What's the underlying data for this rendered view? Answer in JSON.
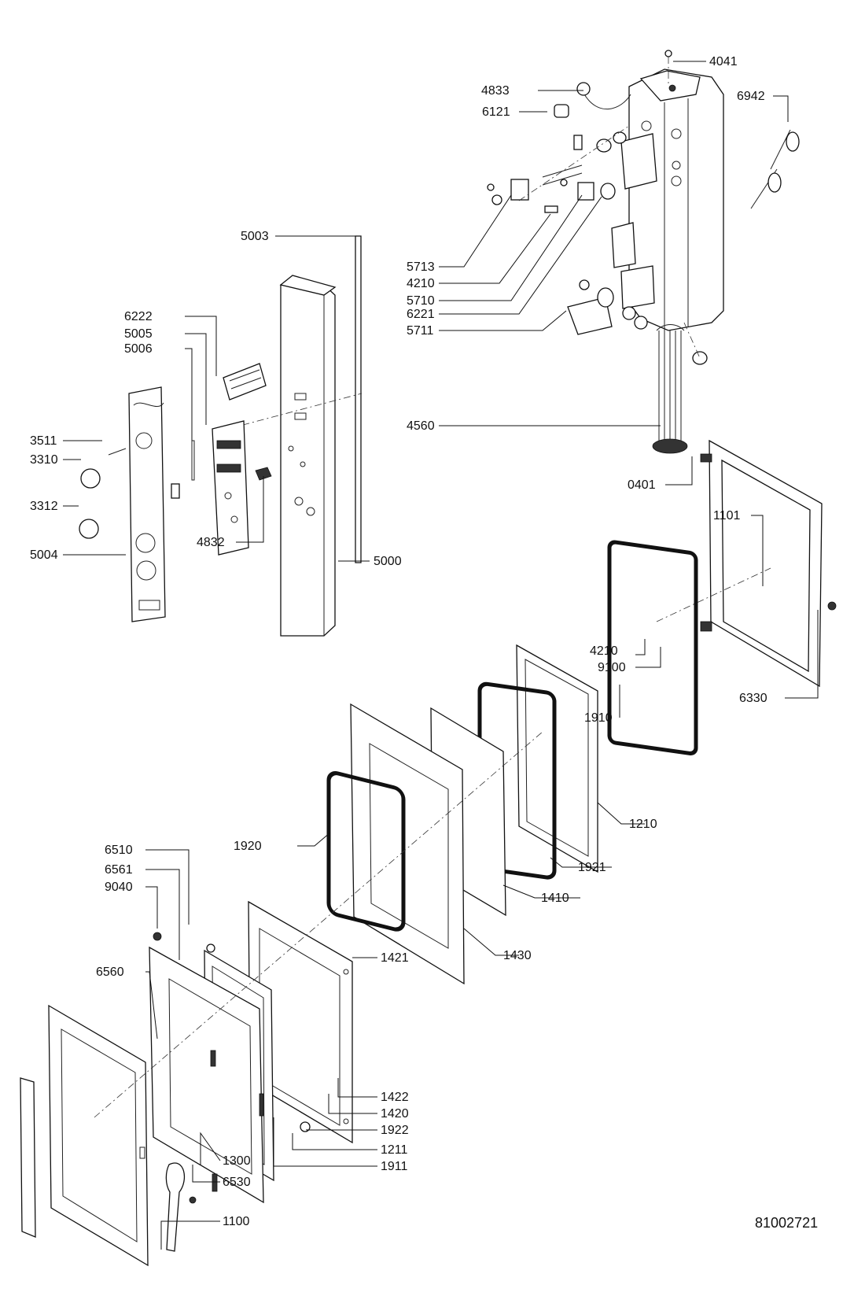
{
  "drawing": {
    "doc_number": "81002721",
    "labels": [
      "4041",
      "4833",
      "6942",
      "6121",
      "5003",
      "5713",
      "4210",
      "5710",
      "6221",
      "5711",
      "6222",
      "5005",
      "5006",
      "3511",
      "3310",
      "3312",
      "5004",
      "4832",
      "5000",
      "4560",
      "0401",
      "1101",
      "4210",
      "9100",
      "6330",
      "1910",
      "1210",
      "1921",
      "1410",
      "1430",
      "1920",
      "6510",
      "6561",
      "9040",
      "1421",
      "6560",
      "1422",
      "1420",
      "1922",
      "1211",
      "1300",
      "1911",
      "6530",
      "1100"
    ]
  }
}
